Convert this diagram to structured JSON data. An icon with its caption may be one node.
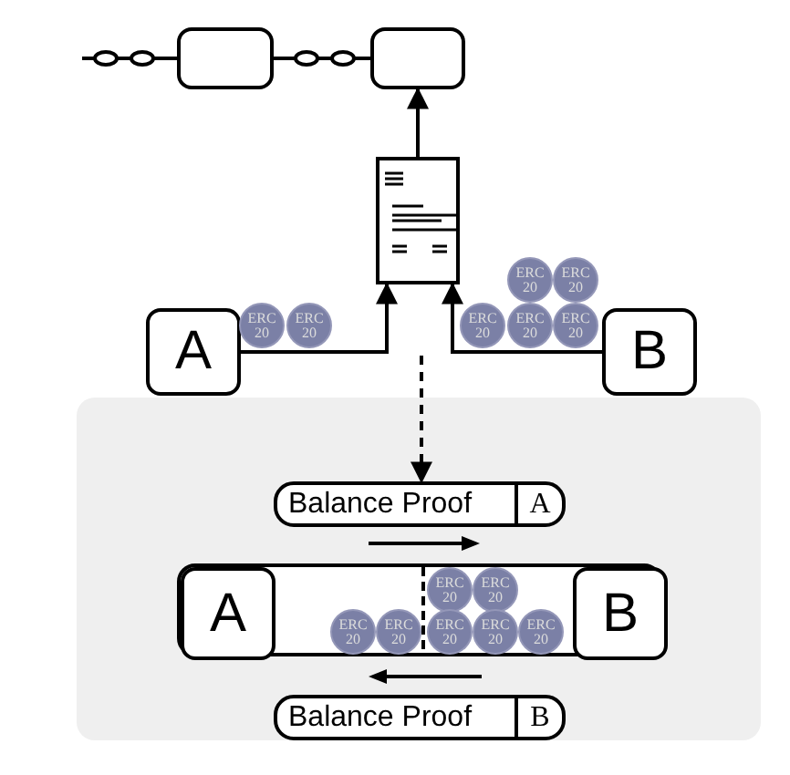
{
  "diagram": {
    "nodes": [
      {
        "text": [],
        "shape": "box"
      },
      {
        "text": [],
        "shape": "box"
      },
      {
        "text": [],
        "shape": "document"
      },
      {
        "text": [
          "A"
        ]
      },
      {
        "text": [
          "ERC 20"
        ]
      },
      {
        "text": [
          "ERC 20"
        ]
      },
      {
        "text": [
          "ERC 20"
        ]
      },
      {
        "text": [
          "ERC 20"
        ]
      },
      {
        "text": [
          "ERC 20"
        ]
      },
      {
        "text": [
          "ERC 20"
        ]
      },
      {
        "text": [
          "ERC 20"
        ]
      },
      {
        "text": [
          "B"
        ]
      },
      {
        "text": [],
        "shape": "box"
      },
      {
        "text": [
          "Balance Proof",
          "A"
        ],
        "in": 12
      },
      {
        "text": [],
        "shape": "bar",
        "in": 12
      },
      {
        "text": [
          "A"
        ],
        "in": 14
      },
      {
        "text": [
          "ERC 20"
        ],
        "in": 14
      },
      {
        "text": [
          "ERC 20"
        ],
        "in": 14
      },
      {
        "text": [
          "ERC 20"
        ],
        "in": 14
      },
      {
        "text": [
          "ERC 20"
        ],
        "in": 14
      },
      {
        "text": [
          "ERC 20"
        ],
        "in": 14
      },
      {
        "text": [
          "ERC 20"
        ],
        "in": 14
      },
      {
        "text": [
          "ERC 20"
        ],
        "in": 14
      },
      {
        "text": [
          "B"
        ],
        "in": 14
      },
      {
        "text": [
          "Balance Proof",
          "B"
        ],
        "in": 12
      }
    ],
    "edges": [
      {
        "from": null,
        "to": 0,
        "arrow": "none"
      },
      {
        "from": 0,
        "to": 1,
        "arrow": "none"
      },
      {
        "from": 2,
        "to": 1,
        "arrow": "to"
      },
      {
        "from": 3,
        "to": 2,
        "arrow": "to"
      },
      {
        "from": 11,
        "to": 2,
        "arrow": "to"
      },
      {
        "from": null,
        "to": 13,
        "arrow": "to",
        "style": "dashed"
      }
    ]
  }
}
